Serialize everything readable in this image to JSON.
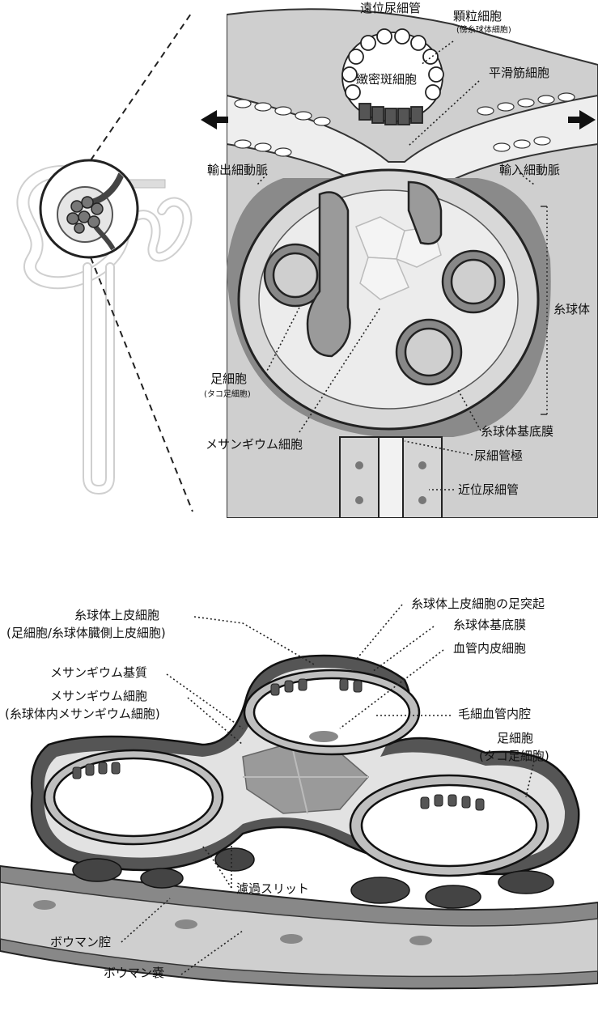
{
  "top": {
    "distal_tubule": "遠位尿細管",
    "granular_cell": "顆粒細胞",
    "granular_cell_sub": "(傍糸球体細胞)",
    "macula_densa": "緻密斑細胞",
    "smooth_muscle": "平滑筋細胞",
    "efferent_arteriole": "輸出細動脈",
    "afferent_arteriole": "輸入細動脈",
    "glomerulus": "糸球体",
    "podocyte": "足細胞",
    "podocyte_sub": "(タコ足細胞)",
    "mesangial_cell": "メサンギウム細胞",
    "gbm": "糸球体基底膜",
    "urinary_pole": "尿細管極",
    "proximal_tubule": "近位尿細管"
  },
  "bottom": {
    "glomerular_epithelial": "糸球体上皮細胞",
    "glomerular_epithelial_sub": "(足細胞/糸球体臓側上皮細胞)",
    "foot_process": "糸球体上皮細胞の足突起",
    "gbm": "糸球体基底膜",
    "endothelial": "血管内皮細胞",
    "mesangial_matrix": "メサンギウム基質",
    "mesangial_cell": "メサンギウム細胞",
    "mesangial_cell_sub": "(糸球体内メサンギウム細胞)",
    "capillary_lumen": "毛細血管内腔",
    "podocyte": "足細胞",
    "podocyte_sub": "(タコ足細胞)",
    "filtration_slit": "濾過スリット",
    "bowman_space": "ボウマン腔",
    "bowman_capsule": "ボウマン嚢"
  }
}
